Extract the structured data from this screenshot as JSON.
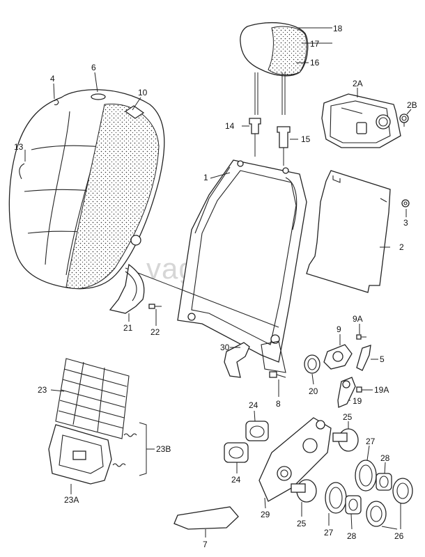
{
  "diagram": {
    "watermark": "vagtec.ru",
    "colors": {
      "line": "#222222",
      "watermark": "#d6d6d6",
      "background": "#ffffff"
    },
    "labels": {
      "p1": "1",
      "p2": "2",
      "p2A": "2A",
      "p2B": "2B",
      "p3": "3",
      "p4": "4",
      "p5": "5",
      "p6": "6",
      "p7": "7",
      "p8": "8",
      "p9": "9",
      "p9A": "9A",
      "p10": "10",
      "p13": "13",
      "p14": "14",
      "p15": "15",
      "p16": "16",
      "p17": "17",
      "p18": "18",
      "p19": "19",
      "p19A": "19A",
      "p20": "20",
      "p21": "21",
      "p22": "22",
      "p23": "23",
      "p23A": "23A",
      "p23B": "23B",
      "p24a": "24",
      "p24b": "24",
      "p25a": "25",
      "p25b": "25",
      "p26": "26",
      "p27a": "27",
      "p27b": "27",
      "p28a": "28",
      "p28b": "28",
      "p29": "29",
      "p30": "30"
    }
  }
}
